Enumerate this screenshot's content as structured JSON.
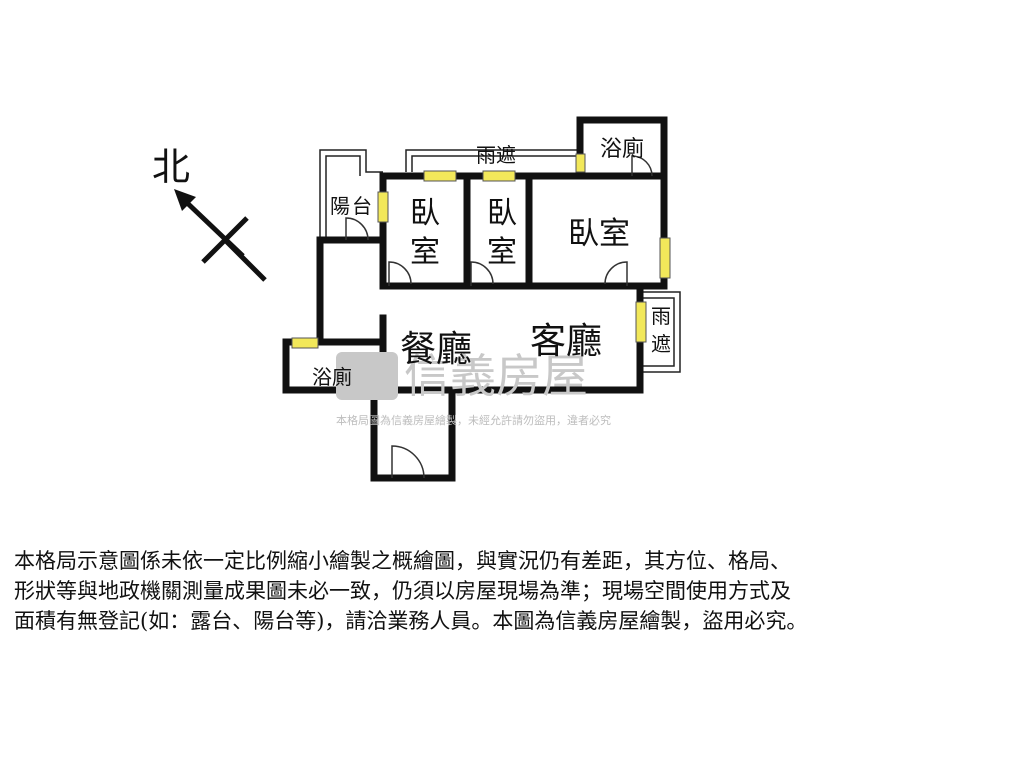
{
  "floor_plan": {
    "compass": {
      "label": "北"
    },
    "rooms": {
      "bedroom_1": {
        "line1": "臥",
        "line2": "室"
      },
      "bedroom_2": {
        "line1": "臥",
        "line2": "室"
      },
      "bedroom_3": "臥室",
      "bathroom_top": "浴廁",
      "bathroom_left": "浴廁",
      "balcony": {
        "line1": "陽",
        "line2": "台"
      },
      "dining": "餐廳",
      "living": "客廳",
      "canopy_top": "雨遮",
      "canopy_right": {
        "line1": "雨",
        "line2": "遮"
      }
    },
    "watermark": {
      "brand": "信義房屋",
      "disclaimer": "本格局圖為信義房屋繪製，未經允許請勿盜用，違者必究"
    }
  },
  "notice": {
    "line1": "本格局示意圖係未依一定比例縮小繪製之概繪圖，與實況仍有差距，其方位、格局、",
    "line2": "形狀等與地政機關測量成果圖未必一致，仍須以房屋現場為準；現場空間使用方式及",
    "line3": "面積有無登記(如：露台、陽台等)，請洽業務人員。本圖為信義房屋繪製，盜用必究。"
  },
  "colors": {
    "wall": "#111111",
    "window": "#f2e85a",
    "watermark": "#c8c8c8"
  }
}
